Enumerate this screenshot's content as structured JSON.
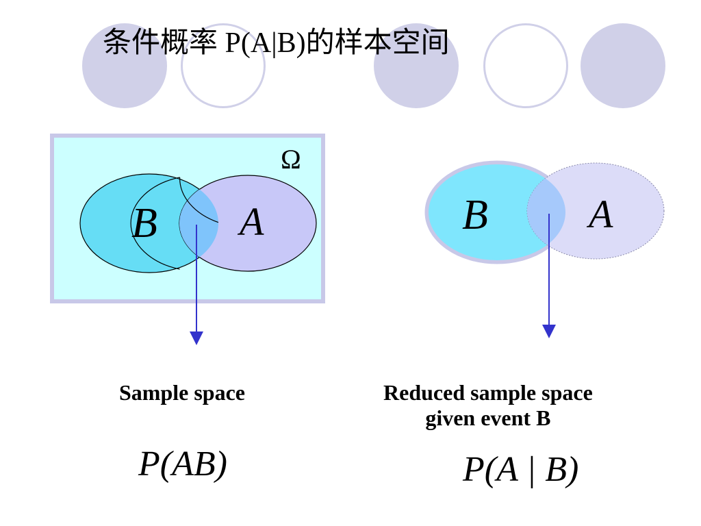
{
  "slide": {
    "title_cn": "条件概率",
    "title_expr": "P(A|B)",
    "title_cn_tail": "的样本空间"
  },
  "left_diagram": {
    "omega_label": "Ω",
    "set_b": "B",
    "set_a": "A",
    "caption": "Sample space",
    "formula": "P(AB)"
  },
  "right_diagram": {
    "set_b": "B",
    "set_a": "A",
    "caption_line1": "Reduced sample space",
    "caption_line2": "given event B",
    "formula": "P(A | B)"
  },
  "colors": {
    "decor_circle": "#d0d0e8",
    "omega_bg": "#ccffff",
    "omega_border": "#c8c8e8",
    "set_b_fill": "#66ddf5",
    "set_a_fill": "#c8c8f8",
    "overlap_fill": "#7fc4fb",
    "reduced_a_fill": "#dcdcf8",
    "arrow": "#3333cc"
  }
}
